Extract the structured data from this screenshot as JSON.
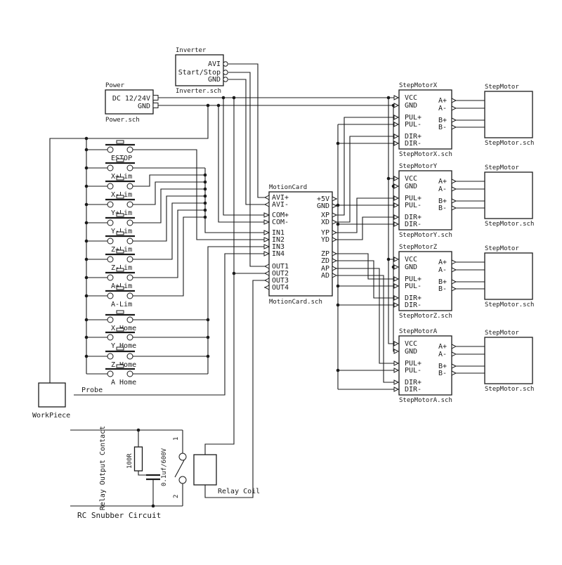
{
  "diagram": {
    "colors": {
      "wire": "#1a1a1a",
      "background": "#ffffff"
    },
    "power": {
      "title": "Power",
      "sch": "Power.sch",
      "pins": [
        "DC 12/24V",
        "GND"
      ]
    },
    "inverter": {
      "title": "Inverter",
      "sch": "Inverter.sch",
      "pins": [
        "AVI",
        "Start/Stop",
        "GND"
      ]
    },
    "motion_card": {
      "title": "MotionCard",
      "sch": "MotionCard.sch",
      "left_pins": [
        "AVI+",
        "AVI-",
        "COM+",
        "COM-",
        "IN1",
        "IN2",
        "IN3",
        "IN4",
        "OUT1",
        "OUT2",
        "OUT3",
        "OUT4"
      ],
      "right_pins": [
        "+5V",
        "GND",
        "XP",
        "XD",
        "YP",
        "YD",
        "ZP",
        "ZD",
        "AP",
        "AD"
      ]
    },
    "driver_left_pins": [
      "VCC",
      "GND",
      "PUL+",
      "PUL-",
      "DIR+",
      "DIR-"
    ],
    "driver_right_pins": [
      "A+",
      "A-",
      "B+",
      "B-"
    ],
    "drivers": [
      {
        "title": "StepMotorX",
        "sch": "StepMotorX.sch"
      },
      {
        "title": "StepMotorY",
        "sch": "StepMotorY.sch"
      },
      {
        "title": "StepMotorZ",
        "sch": "StepMotorZ.sch"
      },
      {
        "title": "StepMotorA",
        "sch": "StepMotorA.sch"
      }
    ],
    "motor": {
      "title": "StepMotor",
      "sch": "StepMotor.sch"
    },
    "switches": [
      "ESTOP",
      "X+Lim",
      "X-Lim",
      "Y+Lim",
      "Y-Lim",
      "Z+Lim",
      "Z-Lim",
      "A+Lim",
      "A-Lim",
      "X Home",
      "Y Home",
      "Z Home",
      "A Home"
    ],
    "workpiece": "WorkPiece",
    "probe": "Probe",
    "relay": {
      "coil": "Relay Coil",
      "snubber": "RC Snubber Circuit",
      "contact": "Relay Output Contact",
      "resistor": "100R",
      "capacitor": "0.1uf/600V",
      "pin1": "1",
      "pin2": "2"
    }
  }
}
